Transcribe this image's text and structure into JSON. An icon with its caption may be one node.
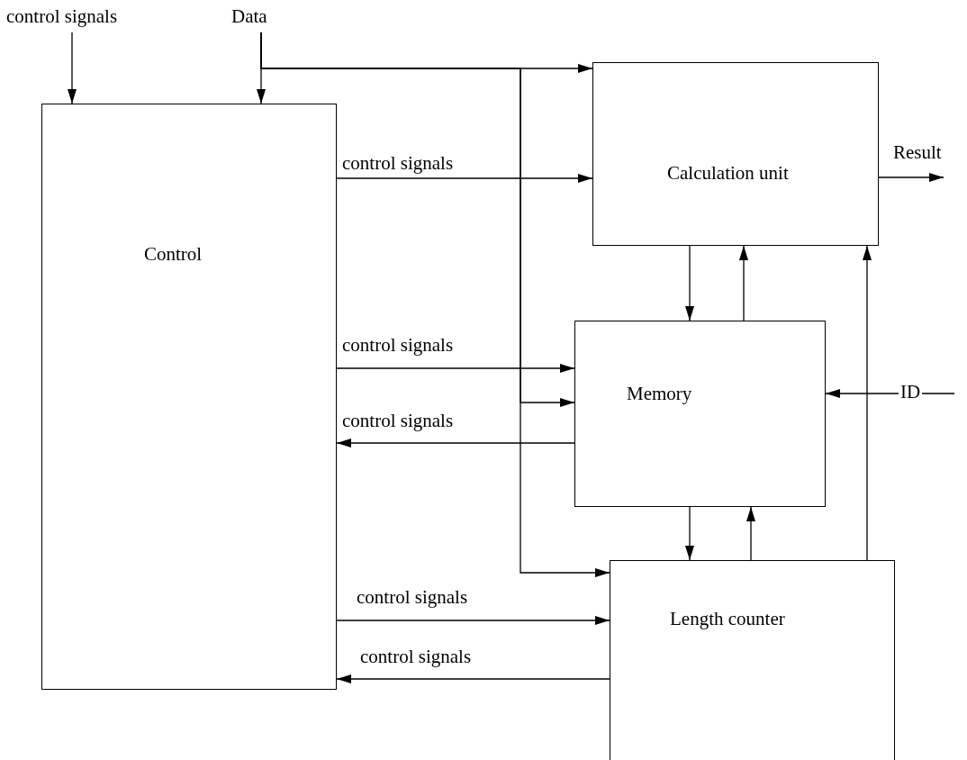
{
  "diagram": {
    "nodes": [
      {
        "text": [
          "Control"
        ]
      },
      {
        "text": [
          "Calculation unit"
        ]
      },
      {
        "text": [
          "Memory"
        ]
      },
      {
        "text": [
          "Length counter"
        ]
      },
      {
        "text": [
          "control signals"
        ]
      },
      {
        "text": [
          "Data"
        ]
      }
    ],
    "edges": [
      {
        "from": 4,
        "to": 0,
        "arrow": "to"
      },
      {
        "from": 5,
        "to": 0,
        "arrow": "to"
      },
      {
        "from": 5,
        "to": 1,
        "arrow": "to"
      },
      {
        "from": 5,
        "to": 2,
        "arrow": "to"
      },
      {
        "from": 5,
        "to": 3,
        "arrow": "to"
      },
      {
        "from": 0,
        "to": 1,
        "arrow": "to",
        "label": "control signals"
      },
      {
        "from": 0,
        "to": 2,
        "arrow": "to",
        "label": "control signals"
      },
      {
        "from": 2,
        "to": 0,
        "arrow": "to",
        "label": "control signals"
      },
      {
        "from": 0,
        "to": 3,
        "arrow": "to",
        "label": "control signals"
      },
      {
        "from": 3,
        "to": 0,
        "arrow": "to",
        "label": "control signals"
      },
      {
        "from": 1,
        "to": 2,
        "arrow": "to"
      },
      {
        "from": 2,
        "to": 1,
        "arrow": "to"
      },
      {
        "from": 2,
        "to": 3,
        "arrow": "to"
      },
      {
        "from": 3,
        "to": 2,
        "arrow": "to"
      },
      {
        "from": 3,
        "to": 1,
        "arrow": "to"
      },
      {
        "from": 1,
        "to": null,
        "arrow": "to",
        "label": "Result"
      },
      {
        "from": null,
        "to": 2,
        "arrow": "to",
        "label": "ID"
      }
    ]
  }
}
